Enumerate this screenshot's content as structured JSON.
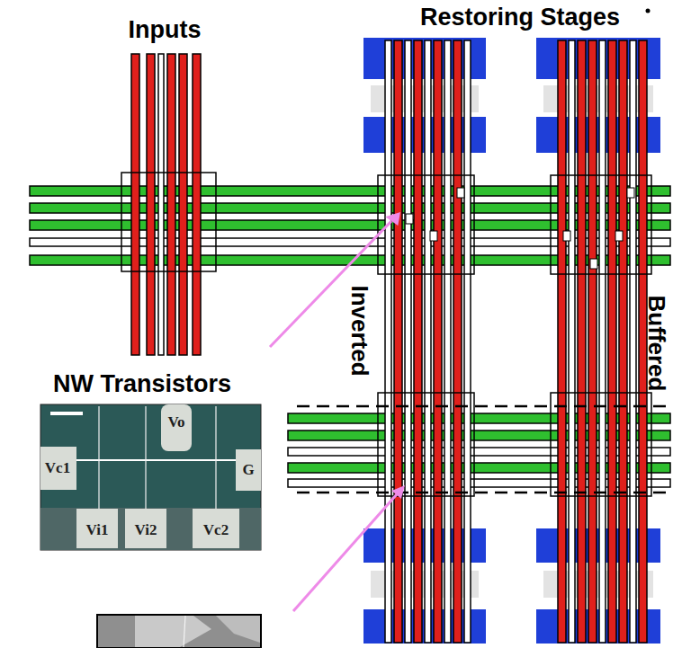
{
  "diagram": {
    "labels": [
      "Inputs",
      "Restoring Stages",
      "NW Transistors",
      "Inverted",
      "Buffered",
      "Vo",
      "Vc1",
      "G",
      "Vi1",
      "Vi2",
      "Vc2"
    ]
  }
}
